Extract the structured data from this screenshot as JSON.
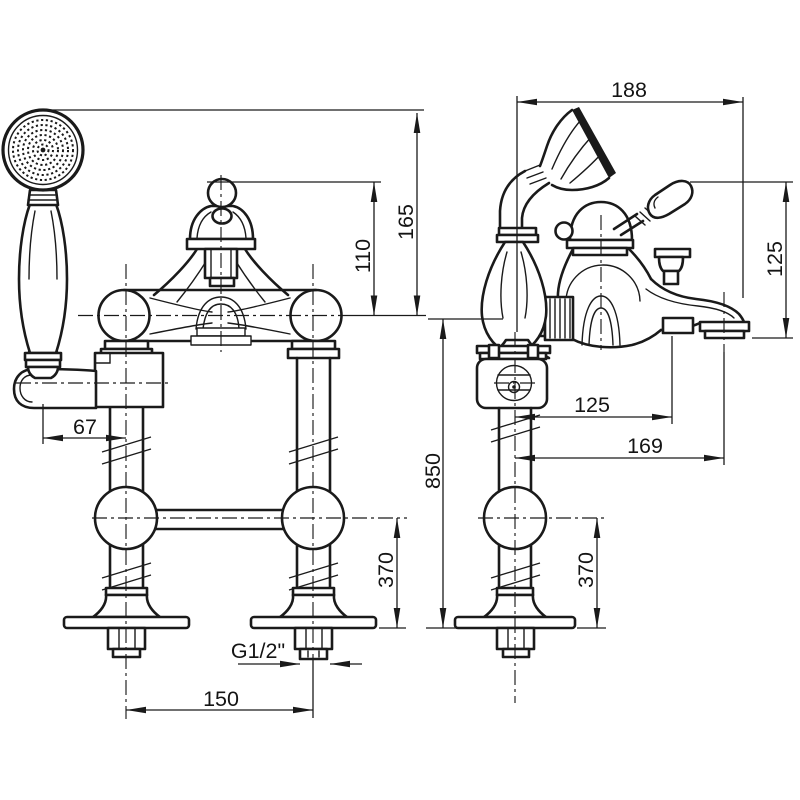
{
  "drawing": {
    "background": "#ffffff",
    "line_color": "#1a1a1a",
    "type": "technical-dimension-drawing",
    "subject": "bath mixer tap with hand shower, front and side views"
  },
  "labels": {
    "dim_188": "188",
    "dim_165": "165",
    "dim_110": "110",
    "dim_125_vertical": "125",
    "dim_67": "67",
    "dim_125_horizontal": "125",
    "dim_169": "169",
    "dim_850": "850",
    "dim_370_front": "370",
    "dim_370_side": "370",
    "dim_150": "150",
    "thread_size": "G1/2\""
  }
}
